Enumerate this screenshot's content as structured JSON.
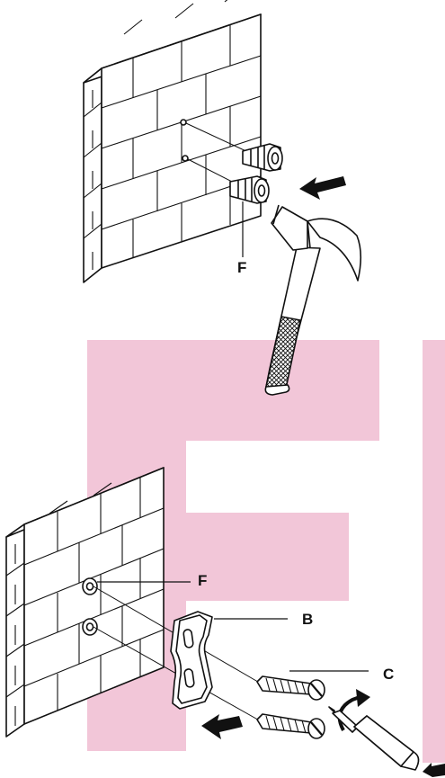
{
  "labels": {
    "f_top": "F",
    "f_bottom": "F",
    "b": "B",
    "c": "C"
  },
  "colors": {
    "watermark": "#f2c6d8",
    "ink": "#111111",
    "paper": "#ffffff"
  },
  "icons": {
    "hammer": "hammer-icon",
    "screwdriver": "screwdriver-icon",
    "arrow": "arrow-icon"
  }
}
